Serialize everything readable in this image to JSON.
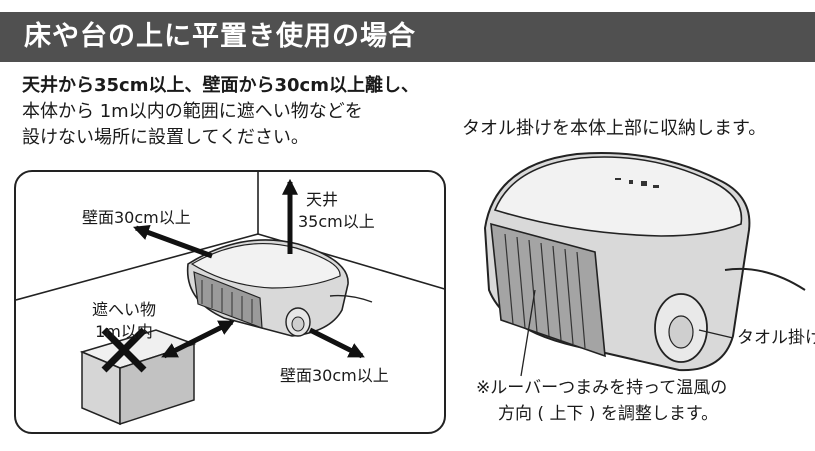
{
  "header": {
    "title": "床や台の上に平置き使用の場合"
  },
  "instructions": {
    "line1": "天井から35cm以上、壁面から30cm以上離し、",
    "line2": "本体から 1m以内の範囲に遮へい物などを",
    "line3": "設けない場所に設置してください。"
  },
  "left_diagram": {
    "ceiling_label_1": "天井",
    "ceiling_label_2": "35cm以上",
    "wall_left_label": "壁面30cm以上",
    "obstacle_label_1": "遮へい物",
    "obstacle_label_2": "1m以内",
    "wall_right_label": "壁面30cm以上"
  },
  "right_panel": {
    "caption": "タオル掛けを本体上部に収納します。",
    "towel_label": "タオル掛け",
    "note_line1": "※ルーバーつまみを持って温風の",
    "note_line2": "方向 ( 上下 ) を調整します。"
  },
  "colors": {
    "header_bg": "#505050",
    "device_body": "#d9d9d9",
    "device_top": "#f2f2f2"
  }
}
